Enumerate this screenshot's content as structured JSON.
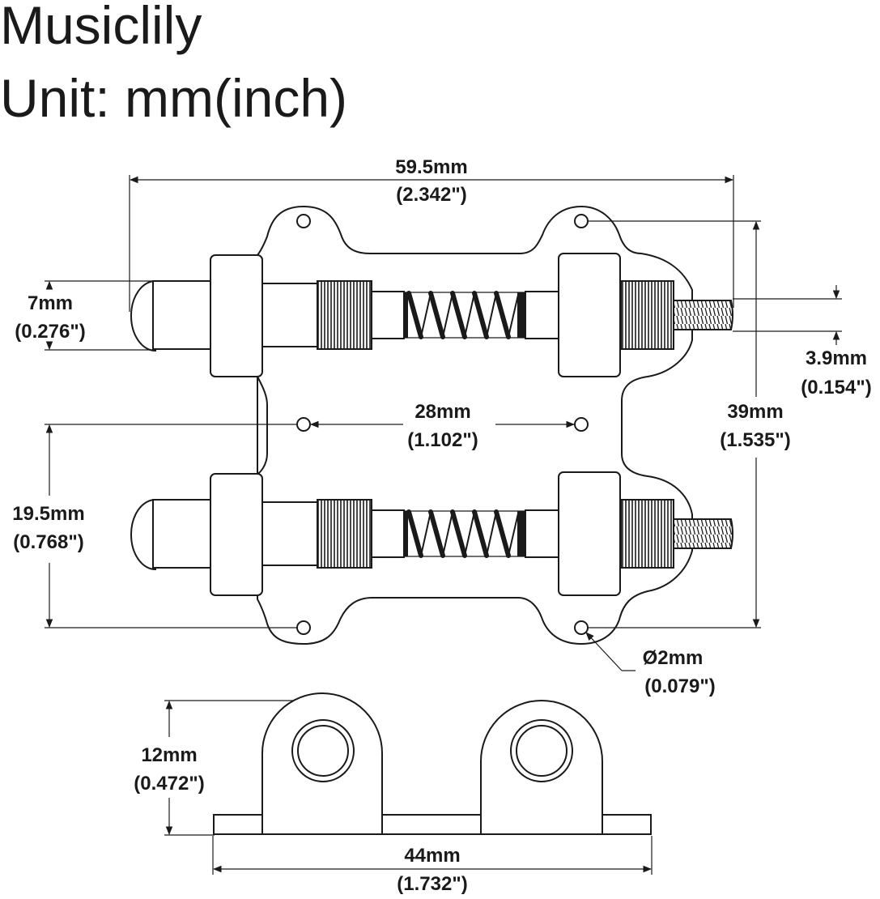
{
  "header": {
    "brand": "Musiclily",
    "unit_note": "Unit: mm(inch)"
  },
  "dimensions": {
    "overall_width": {
      "mm": "59.5mm",
      "inch": "(2.342\")"
    },
    "hole_spacing": {
      "mm": "28mm",
      "inch": "(1.102\")"
    },
    "hole_span_vertical": {
      "mm": "39mm",
      "inch": "(1.535\")"
    },
    "thread_diameter": {
      "mm": "3.9mm",
      "inch": "(0.154\")"
    },
    "plunger_diameter": {
      "mm": "7mm",
      "inch": "(0.276\")"
    },
    "row_offset": {
      "mm": "19.5mm",
      "inch": "(0.768\")"
    },
    "mount_hole": {
      "mm": "Ø2mm",
      "inch": "(0.079\")"
    },
    "height": {
      "mm": "12mm",
      "inch": "(0.472\")"
    },
    "base_length": {
      "mm": "44mm",
      "inch": "(1.732\")"
    }
  },
  "colors": {
    "line": "#1a1a1a",
    "background": "#ffffff"
  }
}
